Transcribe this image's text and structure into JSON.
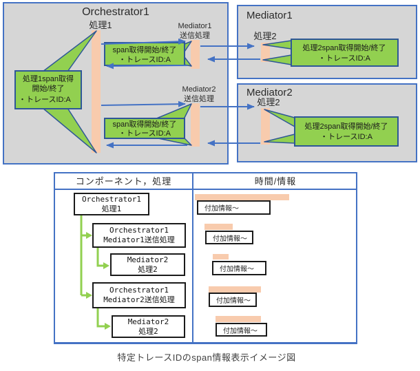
{
  "colors": {
    "blue": "#4472c4",
    "green": "#92d050",
    "orange": "#f8cbad",
    "panel": "#d6d6d6",
    "dkblue": "#2e5797",
    "ink": "#3a3a3a"
  },
  "sequence": {
    "orchestrator_panel": {
      "title": "Orchestrator1",
      "lifeline1_label": "処理1",
      "mediator1_send": {
        "line1": "Mediator1",
        "line2": "送信処理"
      },
      "mediator2_send": {
        "line1": "Mediator2",
        "line2": "送信処理"
      }
    },
    "mediator1_panel": {
      "title": "Mediator1",
      "process_label": "処理2"
    },
    "mediator2_panel": {
      "title": "Mediator2",
      "process_label": "処理2"
    },
    "callouts": {
      "span_a": {
        "line1": "span取得開始/終了",
        "line2": "・トレースID:A"
      },
      "proc1_span": {
        "line1": "処理1span取得",
        "line2": "開始/終了",
        "line3": "・トレースID:A"
      },
      "span_b": {
        "line1": "span取得開始/終了",
        "line2": "・トレースID:A"
      },
      "m1_proc2_span": {
        "line1": "処理2span取得開始/終了",
        "line2": "・トレースID:A"
      },
      "m2_proc2_span": {
        "line1": "処理2span取得開始/終了",
        "line2": "・トレースID:A"
      }
    }
  },
  "table": {
    "header": {
      "component": "コンポーネント，処理",
      "time_info": "時間/情報"
    },
    "rows": [
      {
        "line1": "Orchestrator1",
        "line2": "処理1",
        "info": "付加情報～"
      },
      {
        "line1": "Orchestrator1",
        "line2": "Mediator1送信処理",
        "info": "付加情報～"
      },
      {
        "line1": "Mediator2",
        "line2": "処理2",
        "info": "付加情報～"
      },
      {
        "line1": "Orchestrator1",
        "line2": "Mediator2送信処理",
        "info": "付加情報～"
      },
      {
        "line1": "Mediator2",
        "line2": "処理2",
        "info": "付加情報～"
      }
    ]
  },
  "caption": "特定トレースIDのspan情報表示イメージ図"
}
